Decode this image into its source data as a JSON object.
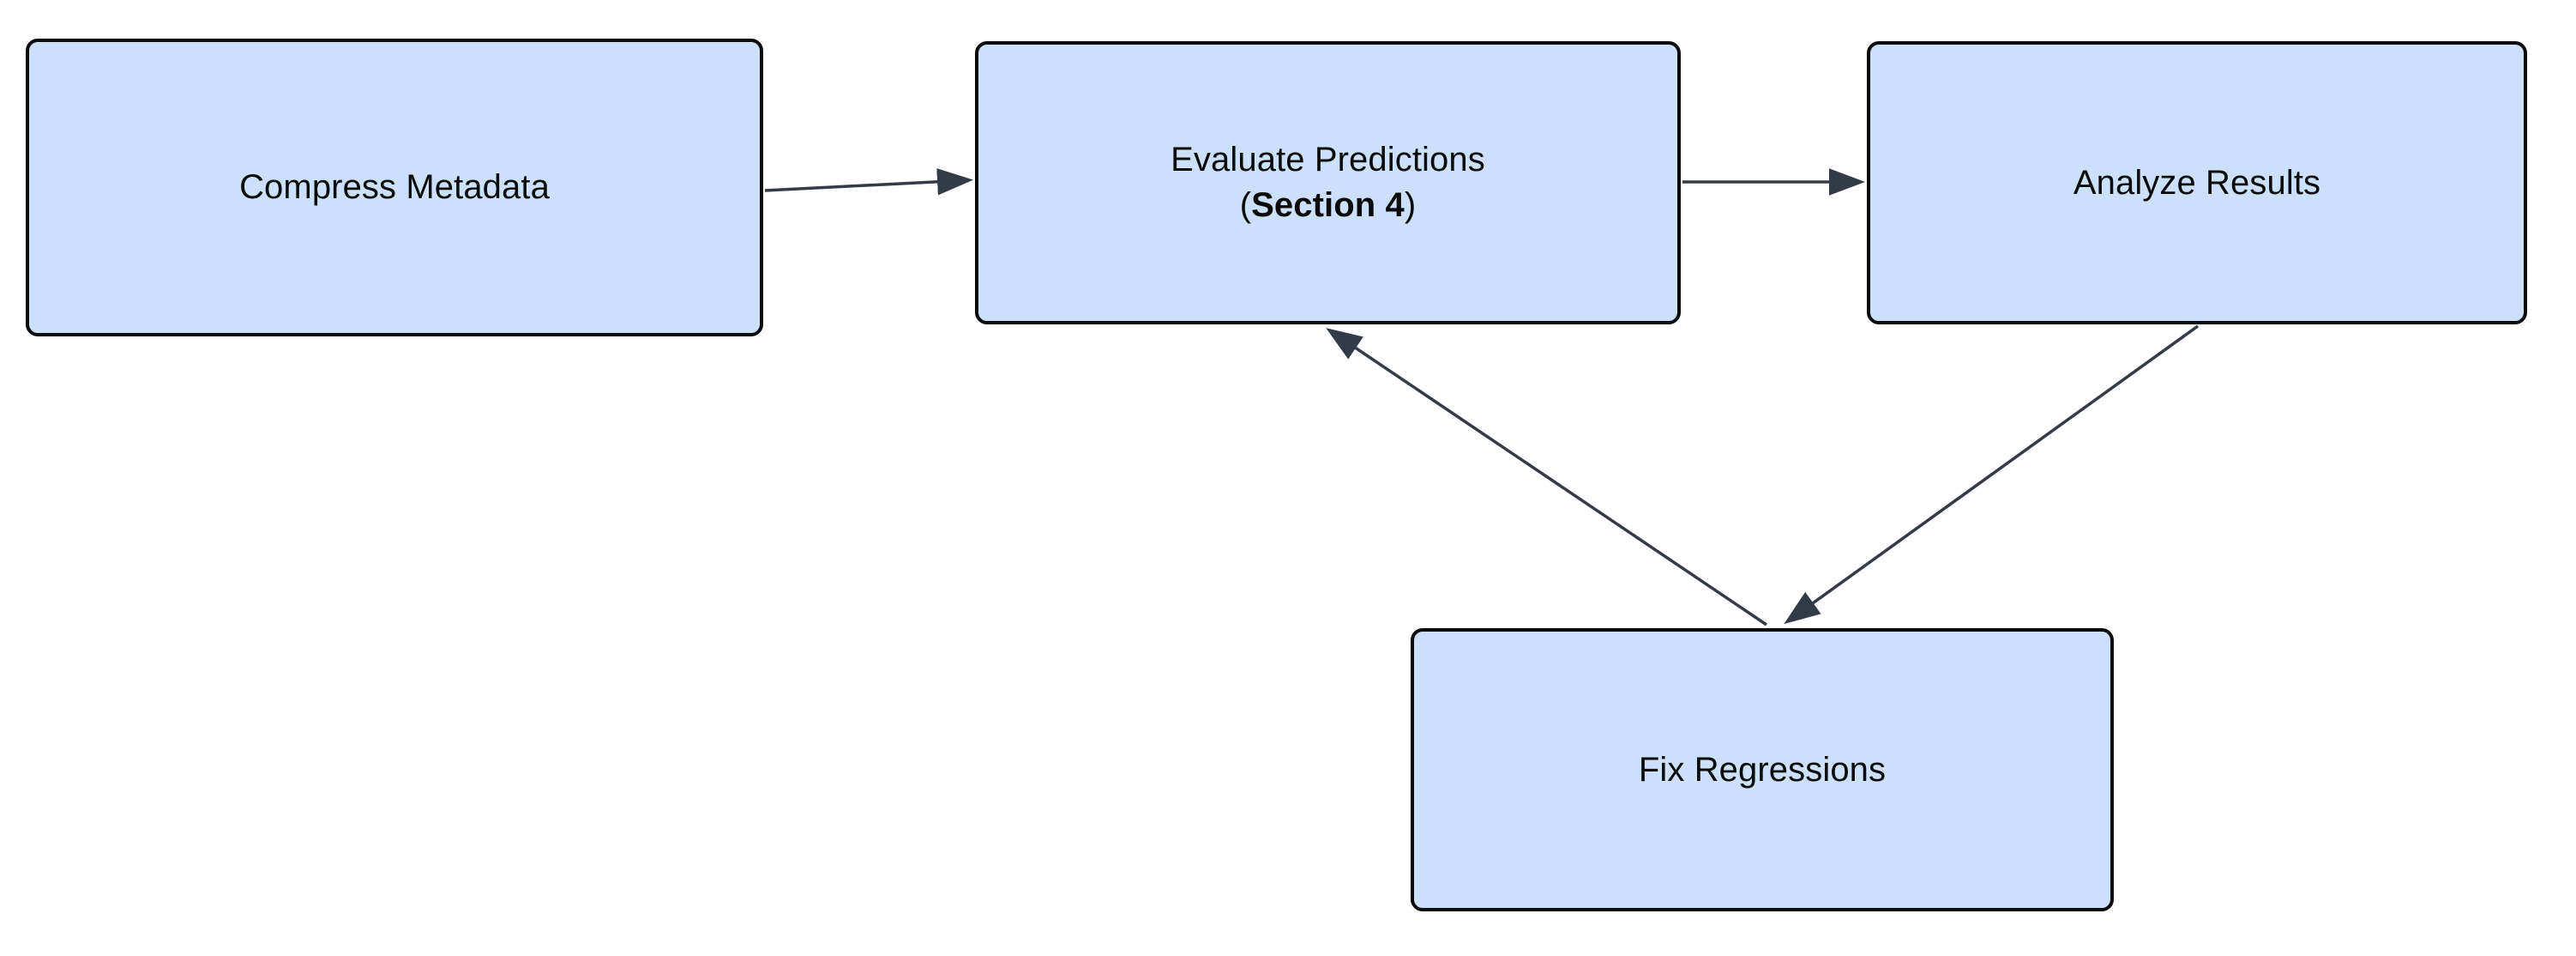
{
  "diagram": {
    "type": "flowchart",
    "direction": "left-to-right-with-feedback-loop",
    "background_color": "#ffffff",
    "node_fill_color": "#cce0fc",
    "node_stroke_color": "#0b0b0b",
    "edge_color": "#333b47",
    "nodes": [
      {
        "id": "compress-metadata",
        "label": "Compress Metadata",
        "line1": "Compress Metadata",
        "line2_prefix": "",
        "line2_strong": "",
        "line2_suffix": ""
      },
      {
        "id": "evaluate-predictions",
        "label": "Evaluate Predictions (Section 4)",
        "line1": "Evaluate Predictions",
        "line2_prefix": "(",
        "line2_strong": "Section 4",
        "line2_suffix": ")"
      },
      {
        "id": "analyze-results",
        "label": "Analyze Results",
        "line1": "Analyze Results",
        "line2_prefix": "",
        "line2_strong": "",
        "line2_suffix": ""
      },
      {
        "id": "fix-regressions",
        "label": "Fix Regressions",
        "line1": "Fix Regressions",
        "line2_prefix": "",
        "line2_strong": "",
        "line2_suffix": ""
      }
    ],
    "edges": [
      {
        "id": "edge-compress-to-evaluate",
        "from": "compress-metadata",
        "to": "evaluate-predictions",
        "label": "",
        "style": "solid-arrow"
      },
      {
        "id": "edge-evaluate-to-analyze",
        "from": "evaluate-predictions",
        "to": "analyze-results",
        "label": "",
        "style": "solid-arrow"
      },
      {
        "id": "edge-analyze-to-fix",
        "from": "analyze-results",
        "to": "fix-regressions",
        "label": "",
        "style": "solid-arrow"
      },
      {
        "id": "edge-fix-to-evaluate",
        "from": "fix-regressions",
        "to": "evaluate-predictions",
        "label": "",
        "style": "solid-arrow"
      }
    ]
  }
}
